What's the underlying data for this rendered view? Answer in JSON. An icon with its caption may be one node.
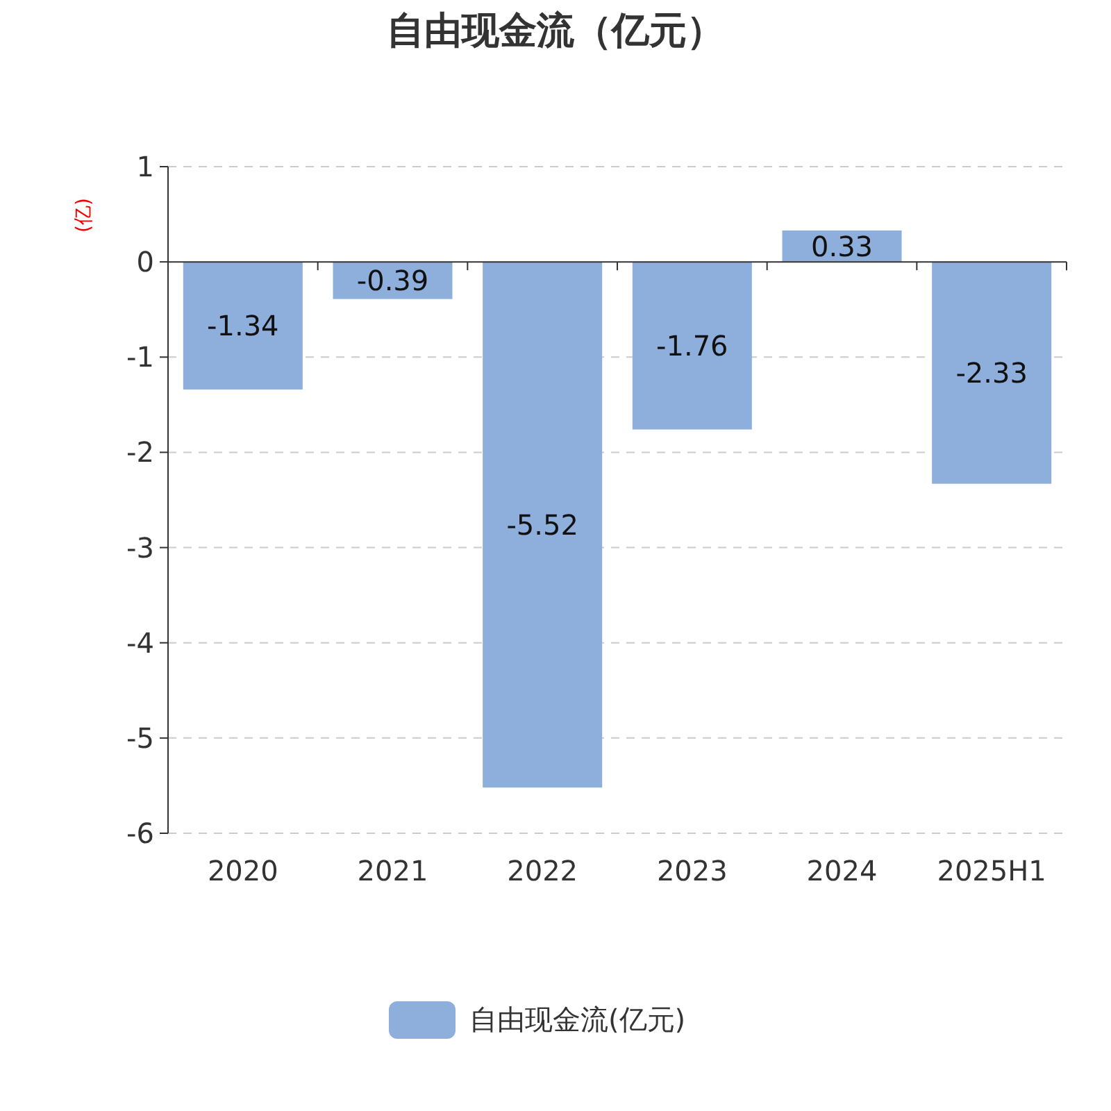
{
  "diagram": {
    "title": "自由现金流（亿元）",
    "chart_data": {
      "type": "bar",
      "ylabel": "(亿)",
      "categories": [
        "2020",
        "2021",
        "2022",
        "2023",
        "2024",
        "2025H1"
      ],
      "series": [
        {
          "name": "自由现金流(亿元)",
          "color": "#8eaedb",
          "values": [
            -1.34,
            -0.39,
            -5.52,
            -1.76,
            0.33,
            -2.33
          ]
        }
      ],
      "ylim": [
        -6,
        1
      ],
      "yticks": [
        1,
        0,
        -1,
        -2,
        -3,
        -4,
        -5,
        -6
      ],
      "data_labels": true,
      "grid": true
    }
  }
}
